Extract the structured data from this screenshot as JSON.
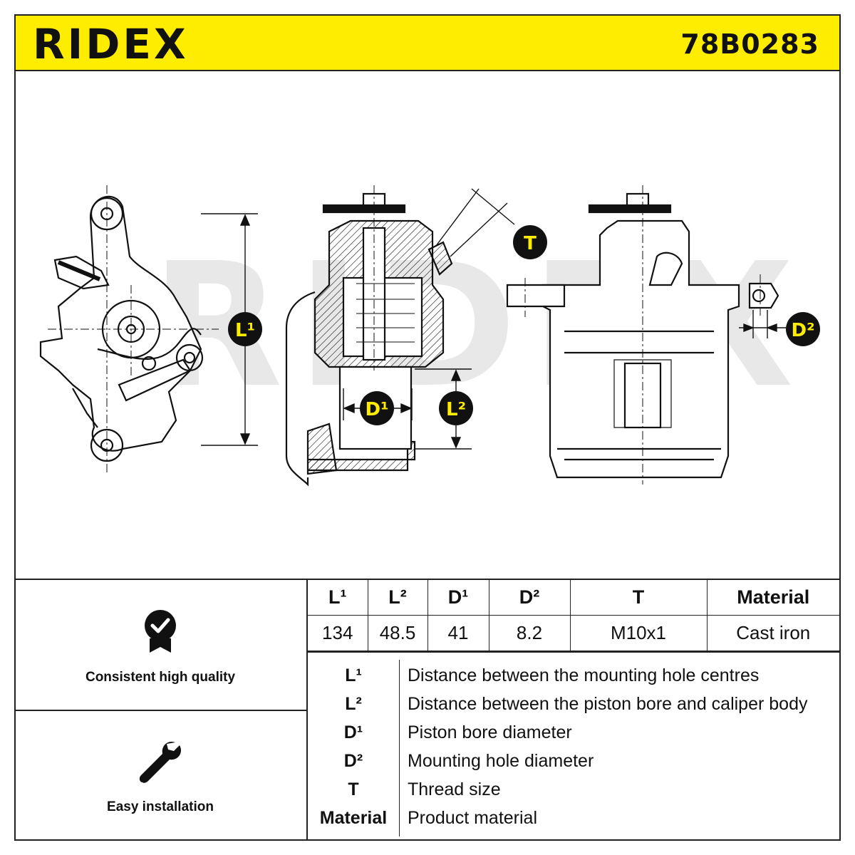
{
  "header": {
    "brand": "RIDEX",
    "part_number": "78B0283",
    "color_accent": "#ffed00"
  },
  "watermark": "RIDEX",
  "dimension_badges": {
    "L1": "L¹",
    "L2": "L²",
    "D1": "D¹",
    "D2": "D²",
    "T": "T"
  },
  "features": [
    {
      "icon": "quality-badge-icon",
      "label": "Consistent high quality"
    },
    {
      "icon": "wrench-icon",
      "label": "Easy installation"
    }
  ],
  "spec_table": {
    "headers": [
      "L¹",
      "L²",
      "D¹",
      "D²",
      "T",
      "Material"
    ],
    "values": [
      "134",
      "48.5",
      "41",
      "8.2",
      "M10x1",
      "Cast iron"
    ]
  },
  "legend": [
    {
      "symbol": "L¹",
      "description": "Distance between the mounting hole centres"
    },
    {
      "symbol": "L²",
      "description": "Distance between the piston bore and caliper body"
    },
    {
      "symbol": "D¹",
      "description": "Piston bore diameter"
    },
    {
      "symbol": "D²",
      "description": "Mounting hole diameter"
    },
    {
      "symbol": "T",
      "description": "Thread size"
    },
    {
      "symbol": "Material",
      "description": "Product material"
    }
  ]
}
